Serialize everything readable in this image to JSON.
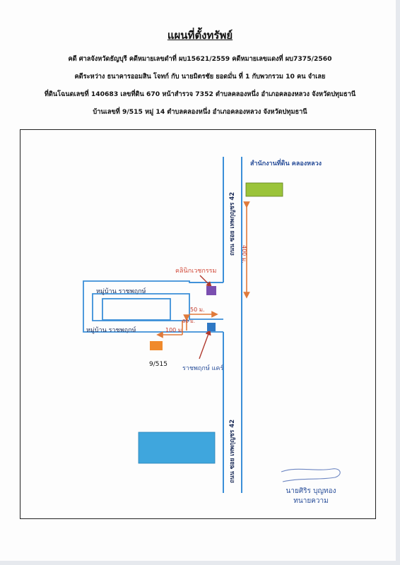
{
  "header": {
    "title": "แผนที่ตั้งทรัพย์",
    "line1": "คดี ศาลจังหวัดธัญบุรี  คดีหมายเลขดำที่ ผบ15621/2559  คดีหมายเลขแดงที่ ผบ7375/2560",
    "line2": "คดีระหว่าง  ธนาคารออมสิน  โจทก์ กับ  นายมิตรชัย ยอดมั่น ที่ 1 กับพวกรวม 10 คน จำเลย",
    "line3": "ที่ดินโฉนดเลขที่ 140683 เลขที่ดิน 670 หน้าสำรวจ 7352  ตำบลคลองหนึ่ง อำเภอคลองหลวง จังหวัดปทุมธานี",
    "line4": "บ้านเลขที่ 9/515 หมู่ 14  ตำบลคลองหนึ่ง อำเภอคลองหลวง จังหวัดปทุมธานี"
  },
  "map": {
    "land_office_label": "สำนักงานที่ดิน คลองหลวง",
    "clinic_label": "คลินิกเวชกรรม",
    "village_top_label": "หมู่บ้าน ราชพฤกษ์",
    "village_bottom_label": "หมู่บ้าน ราชพฤกษ์",
    "house_label": "9/515",
    "ratchaphruek_care_label": "ราชพฤกษ์ แคร์",
    "road_label_top": "ถนน ซอย เทพกุญชร 42",
    "road_label_bottom": "ถนน ซอย เทพกุญชร 42",
    "distance_400": "400 ม.",
    "distance_50": "50 ม.",
    "distance_100": "100 ม.",
    "distance_80": "80 ม.",
    "colors": {
      "road": "#3b8fd8",
      "land_office": "#9bc43a",
      "clinic": "#7b4fb0",
      "care": "#2f78c4",
      "house": "#f08a2c",
      "shop": "#3fa6dd",
      "arrow": "#e07a3a"
    }
  },
  "signature": {
    "name": "นายศิริร บุญทอง",
    "role": "ทนายความ"
  }
}
